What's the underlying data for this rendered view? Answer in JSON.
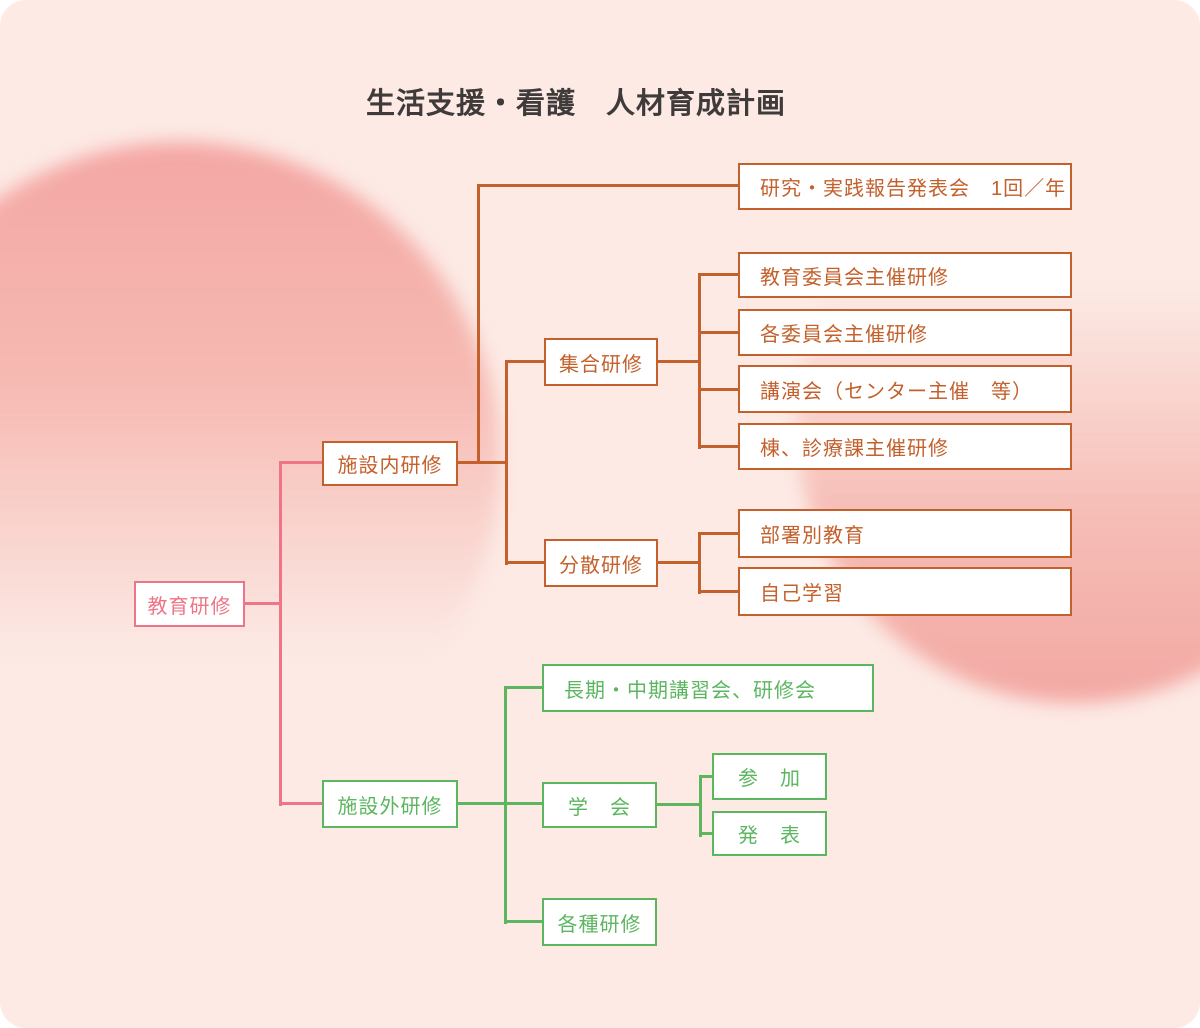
{
  "title": "生活支援・看護　人材育成計画",
  "palette": {
    "background": "#fdeae5",
    "blob_pink": "#f4a7a4",
    "box_background": "#ffffff",
    "root_pink": "#ee7487",
    "internal_orange": "#c3602c",
    "external_green": "#5cb660",
    "title_color": "#3f3b3a"
  },
  "nodes": {
    "root": "教育研修",
    "internal": "施設内研修",
    "external": "施設外研修",
    "report": "研究・実践報告発表会　1回／年",
    "group": "集合研修",
    "group_children": [
      "教育委員会主催研修",
      "各委員会主催研修",
      "講演会（センター主催　等）",
      "棟、診療課主催研修"
    ],
    "distributed": "分散研修",
    "distributed_children": [
      "部署別教育",
      "自己学習"
    ],
    "external_children": [
      "長期・中期講習会、研修会",
      "学　会",
      "各種研修"
    ],
    "conference_children": [
      "参　加",
      "発　表"
    ]
  }
}
